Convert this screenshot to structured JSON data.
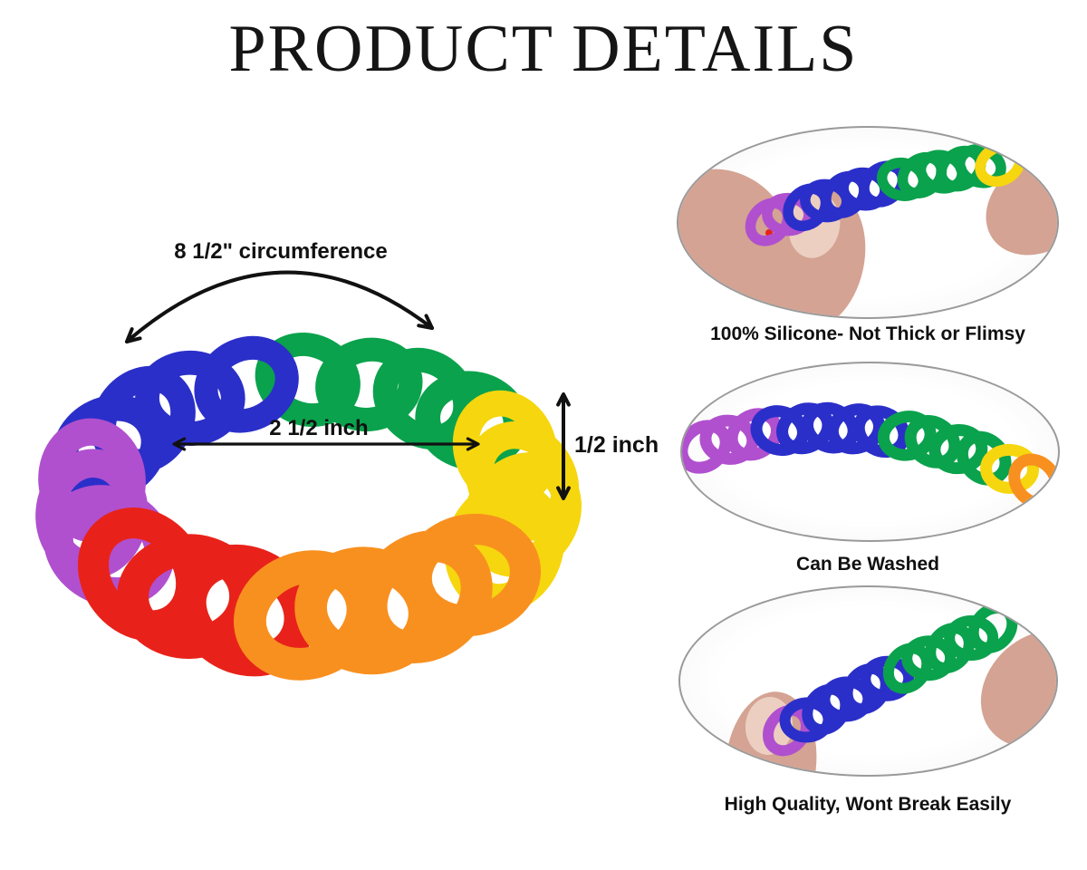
{
  "title": "PRODUCT DETAILS",
  "measurements": {
    "circumference": "8 1/2\" circumference",
    "inner_width": "2 1/2 inch",
    "band_height": "1/2 inch"
  },
  "features": [
    {
      "caption": "100% Silicone- Not Thick or Flimsy",
      "photo": "fingers-stretching-bracelet"
    },
    {
      "caption": "Can Be Washed",
      "photo": "bracelet-chain-laid-flat"
    },
    {
      "caption": "High Quality, Wont Break Easily",
      "photo": "fingers-pulling-bracelet"
    }
  ],
  "colors": {
    "palette": {
      "purple": "#b050cf",
      "blue": "#2b2fc9",
      "green": "#0aa24c",
      "yellow": "#f6d60e",
      "orange": "#f8901f",
      "red": "#e8221a",
      "skin": "#d4a393",
      "nail": "#eccfc1",
      "ink": "#141414",
      "oval_border": "#999999"
    },
    "bracelet_segment_order": [
      "purple",
      "blue",
      "green",
      "yellow",
      "orange",
      "red"
    ]
  },
  "photos": {
    "stretch1_links": [
      "purple",
      "purple",
      "blue",
      "blue",
      "blue",
      "blue",
      "blue",
      "green",
      "green",
      "green",
      "green",
      "green",
      "yellow"
    ],
    "flat_links": [
      "purple",
      "purple",
      "purple",
      "blue",
      "blue",
      "blue",
      "blue",
      "blue",
      "green",
      "green",
      "green",
      "green",
      "yellow",
      "orange"
    ],
    "stretch2_links": [
      "purple",
      "blue",
      "blue",
      "blue",
      "blue",
      "blue",
      "green",
      "green",
      "green",
      "green",
      "green"
    ]
  }
}
